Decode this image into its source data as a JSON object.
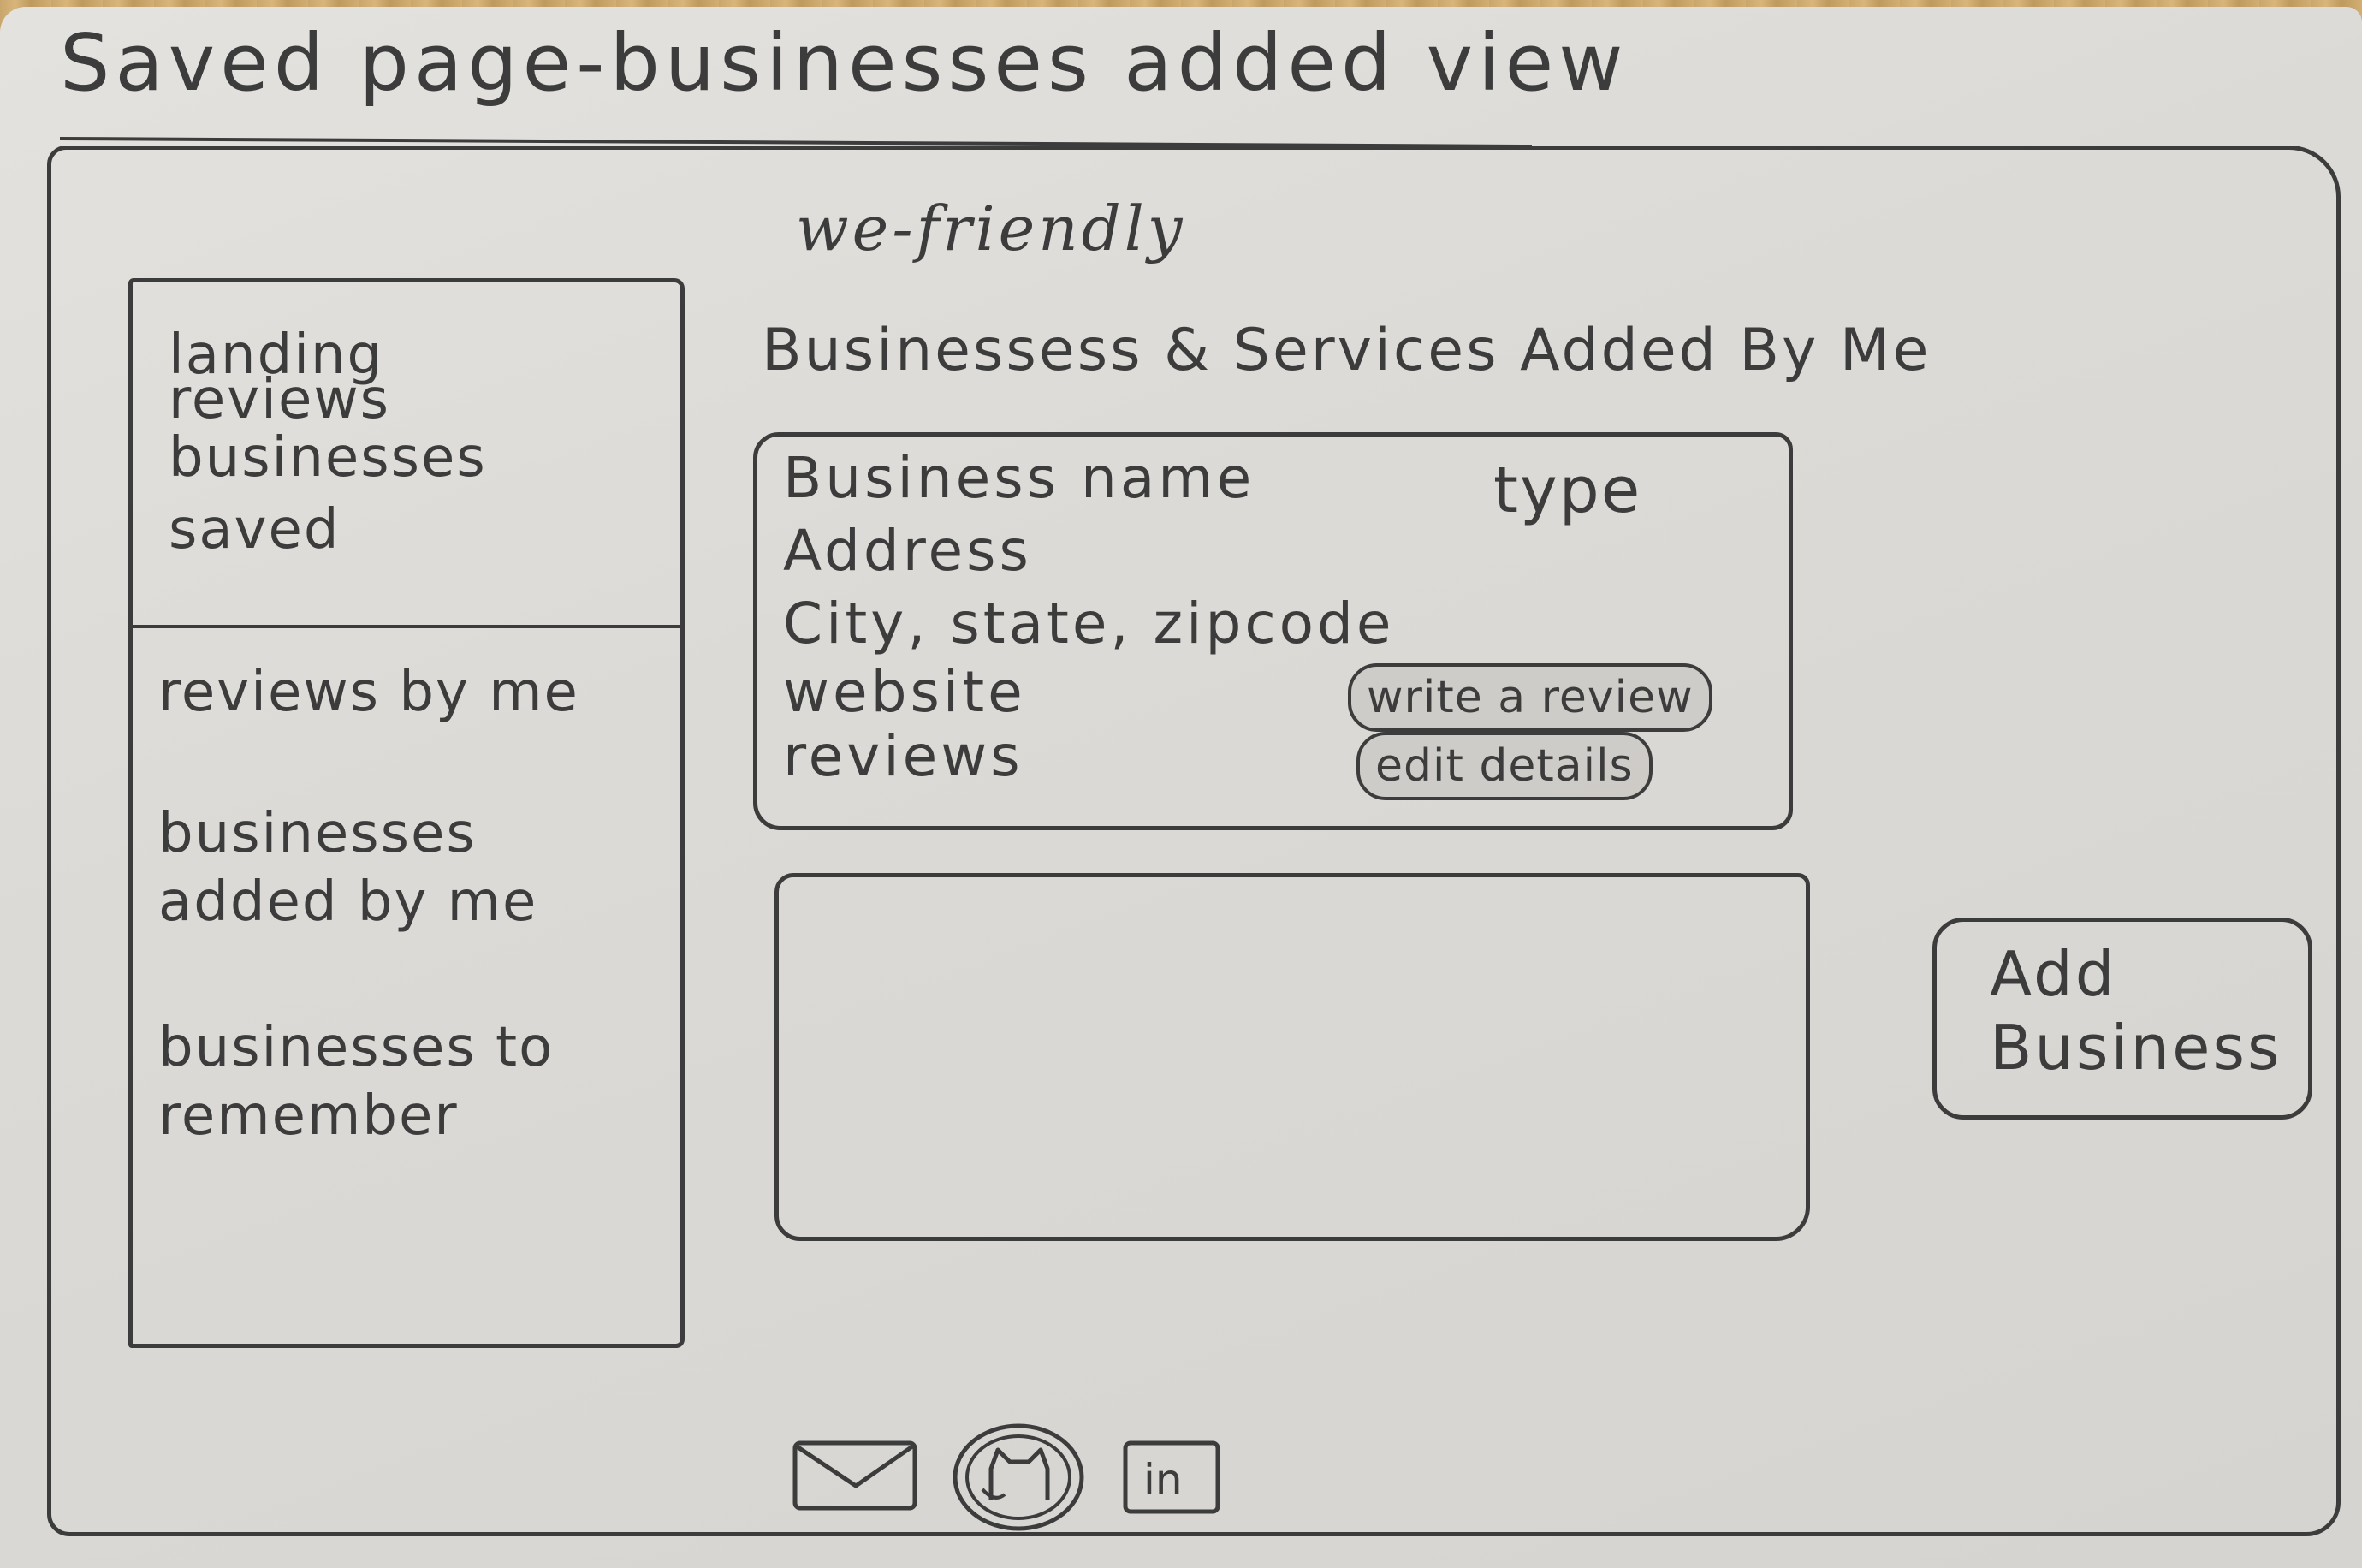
{
  "page": {
    "title": "Saved page-businesses added view"
  },
  "header": {
    "brand": "we-friendly"
  },
  "sidebar": {
    "top_items": [
      {
        "label": "landing"
      },
      {
        "label": "reviews"
      },
      {
        "label": "businesses"
      },
      {
        "label": "saved"
      }
    ],
    "sub_items": [
      {
        "label": "reviews by me"
      },
      {
        "label": "businesses"
      },
      {
        "label": "added by me"
      },
      {
        "label": "businesses to"
      },
      {
        "label": "remember"
      }
    ]
  },
  "main": {
    "heading": "Businessess & Services Added By Me",
    "card": {
      "name": "Business name",
      "type": "type",
      "address": "Address",
      "city_line": "City, state, zipcode",
      "website": "website",
      "reviews": "reviews",
      "write_review": "write a review",
      "edit_details": "edit details"
    }
  },
  "actions": {
    "add_line1": "Add",
    "add_line2": "Business"
  },
  "footer": {
    "linkedin_text": "in"
  }
}
